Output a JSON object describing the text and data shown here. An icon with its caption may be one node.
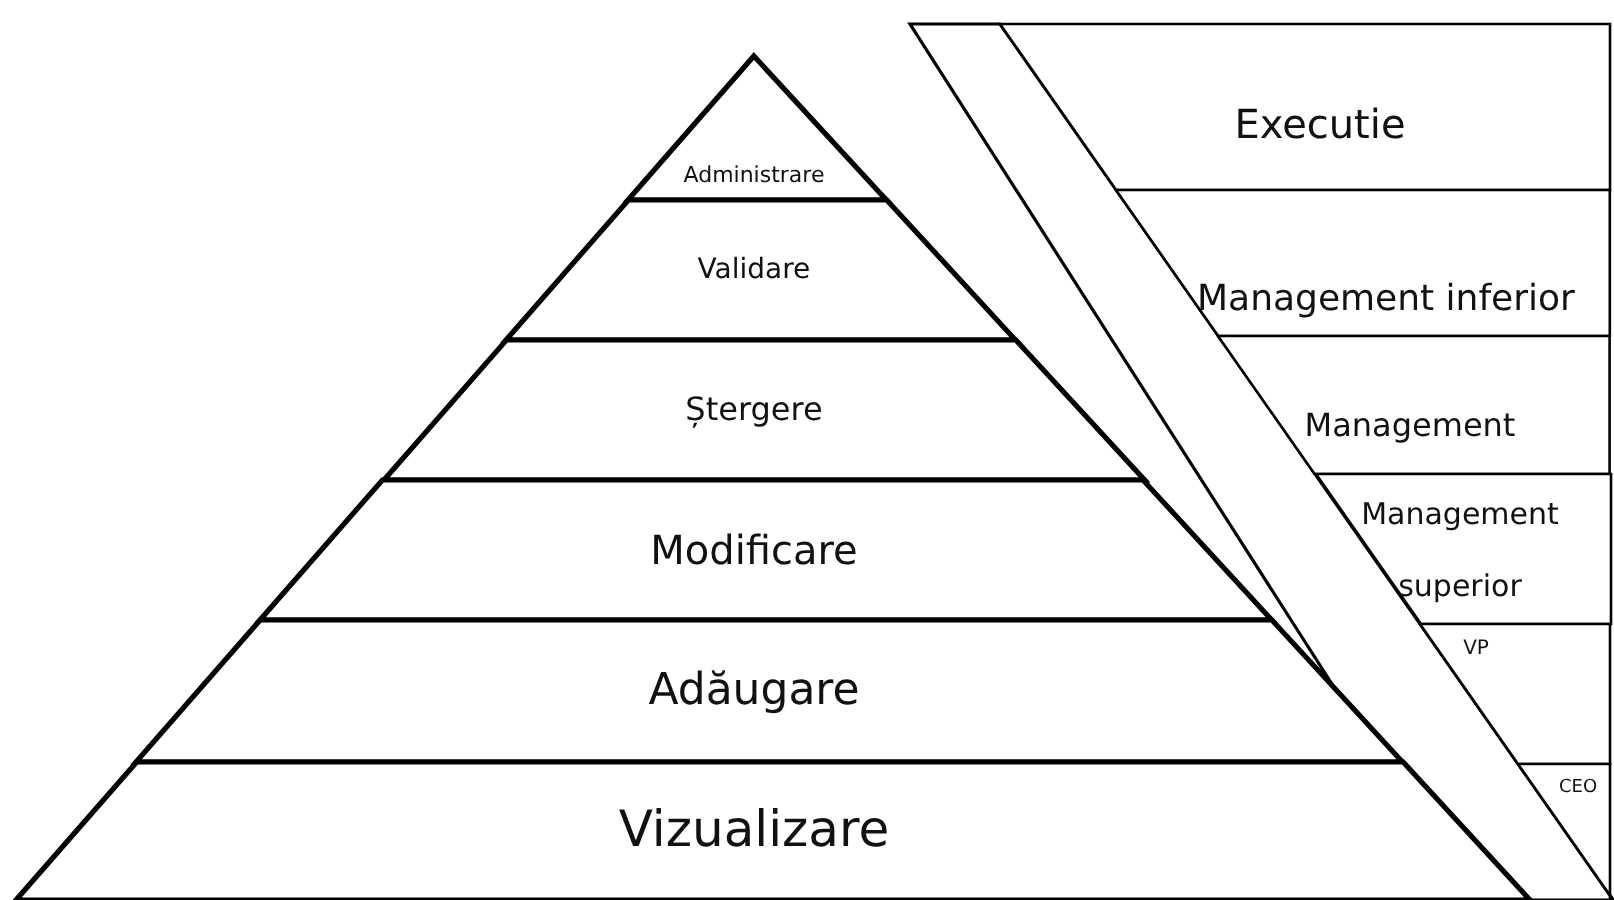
{
  "diagram": {
    "nodes": [
      {
        "text": [
          "Administrare"
        ]
      },
      {
        "text": [
          "Validare"
        ]
      },
      {
        "text": [
          "Ștergere"
        ]
      },
      {
        "text": [
          "Modificare"
        ]
      },
      {
        "text": [
          "Adăugare"
        ]
      },
      {
        "text": [
          "Vizualizare"
        ]
      },
      {
        "text": [
          "Executie"
        ]
      },
      {
        "text": [
          "Management inferior"
        ]
      },
      {
        "text": [
          "Management"
        ]
      },
      {
        "text": [
          "Management superior"
        ]
      },
      {
        "text": [
          "VP"
        ]
      },
      {
        "text": [
          "CEO"
        ]
      }
    ]
  }
}
